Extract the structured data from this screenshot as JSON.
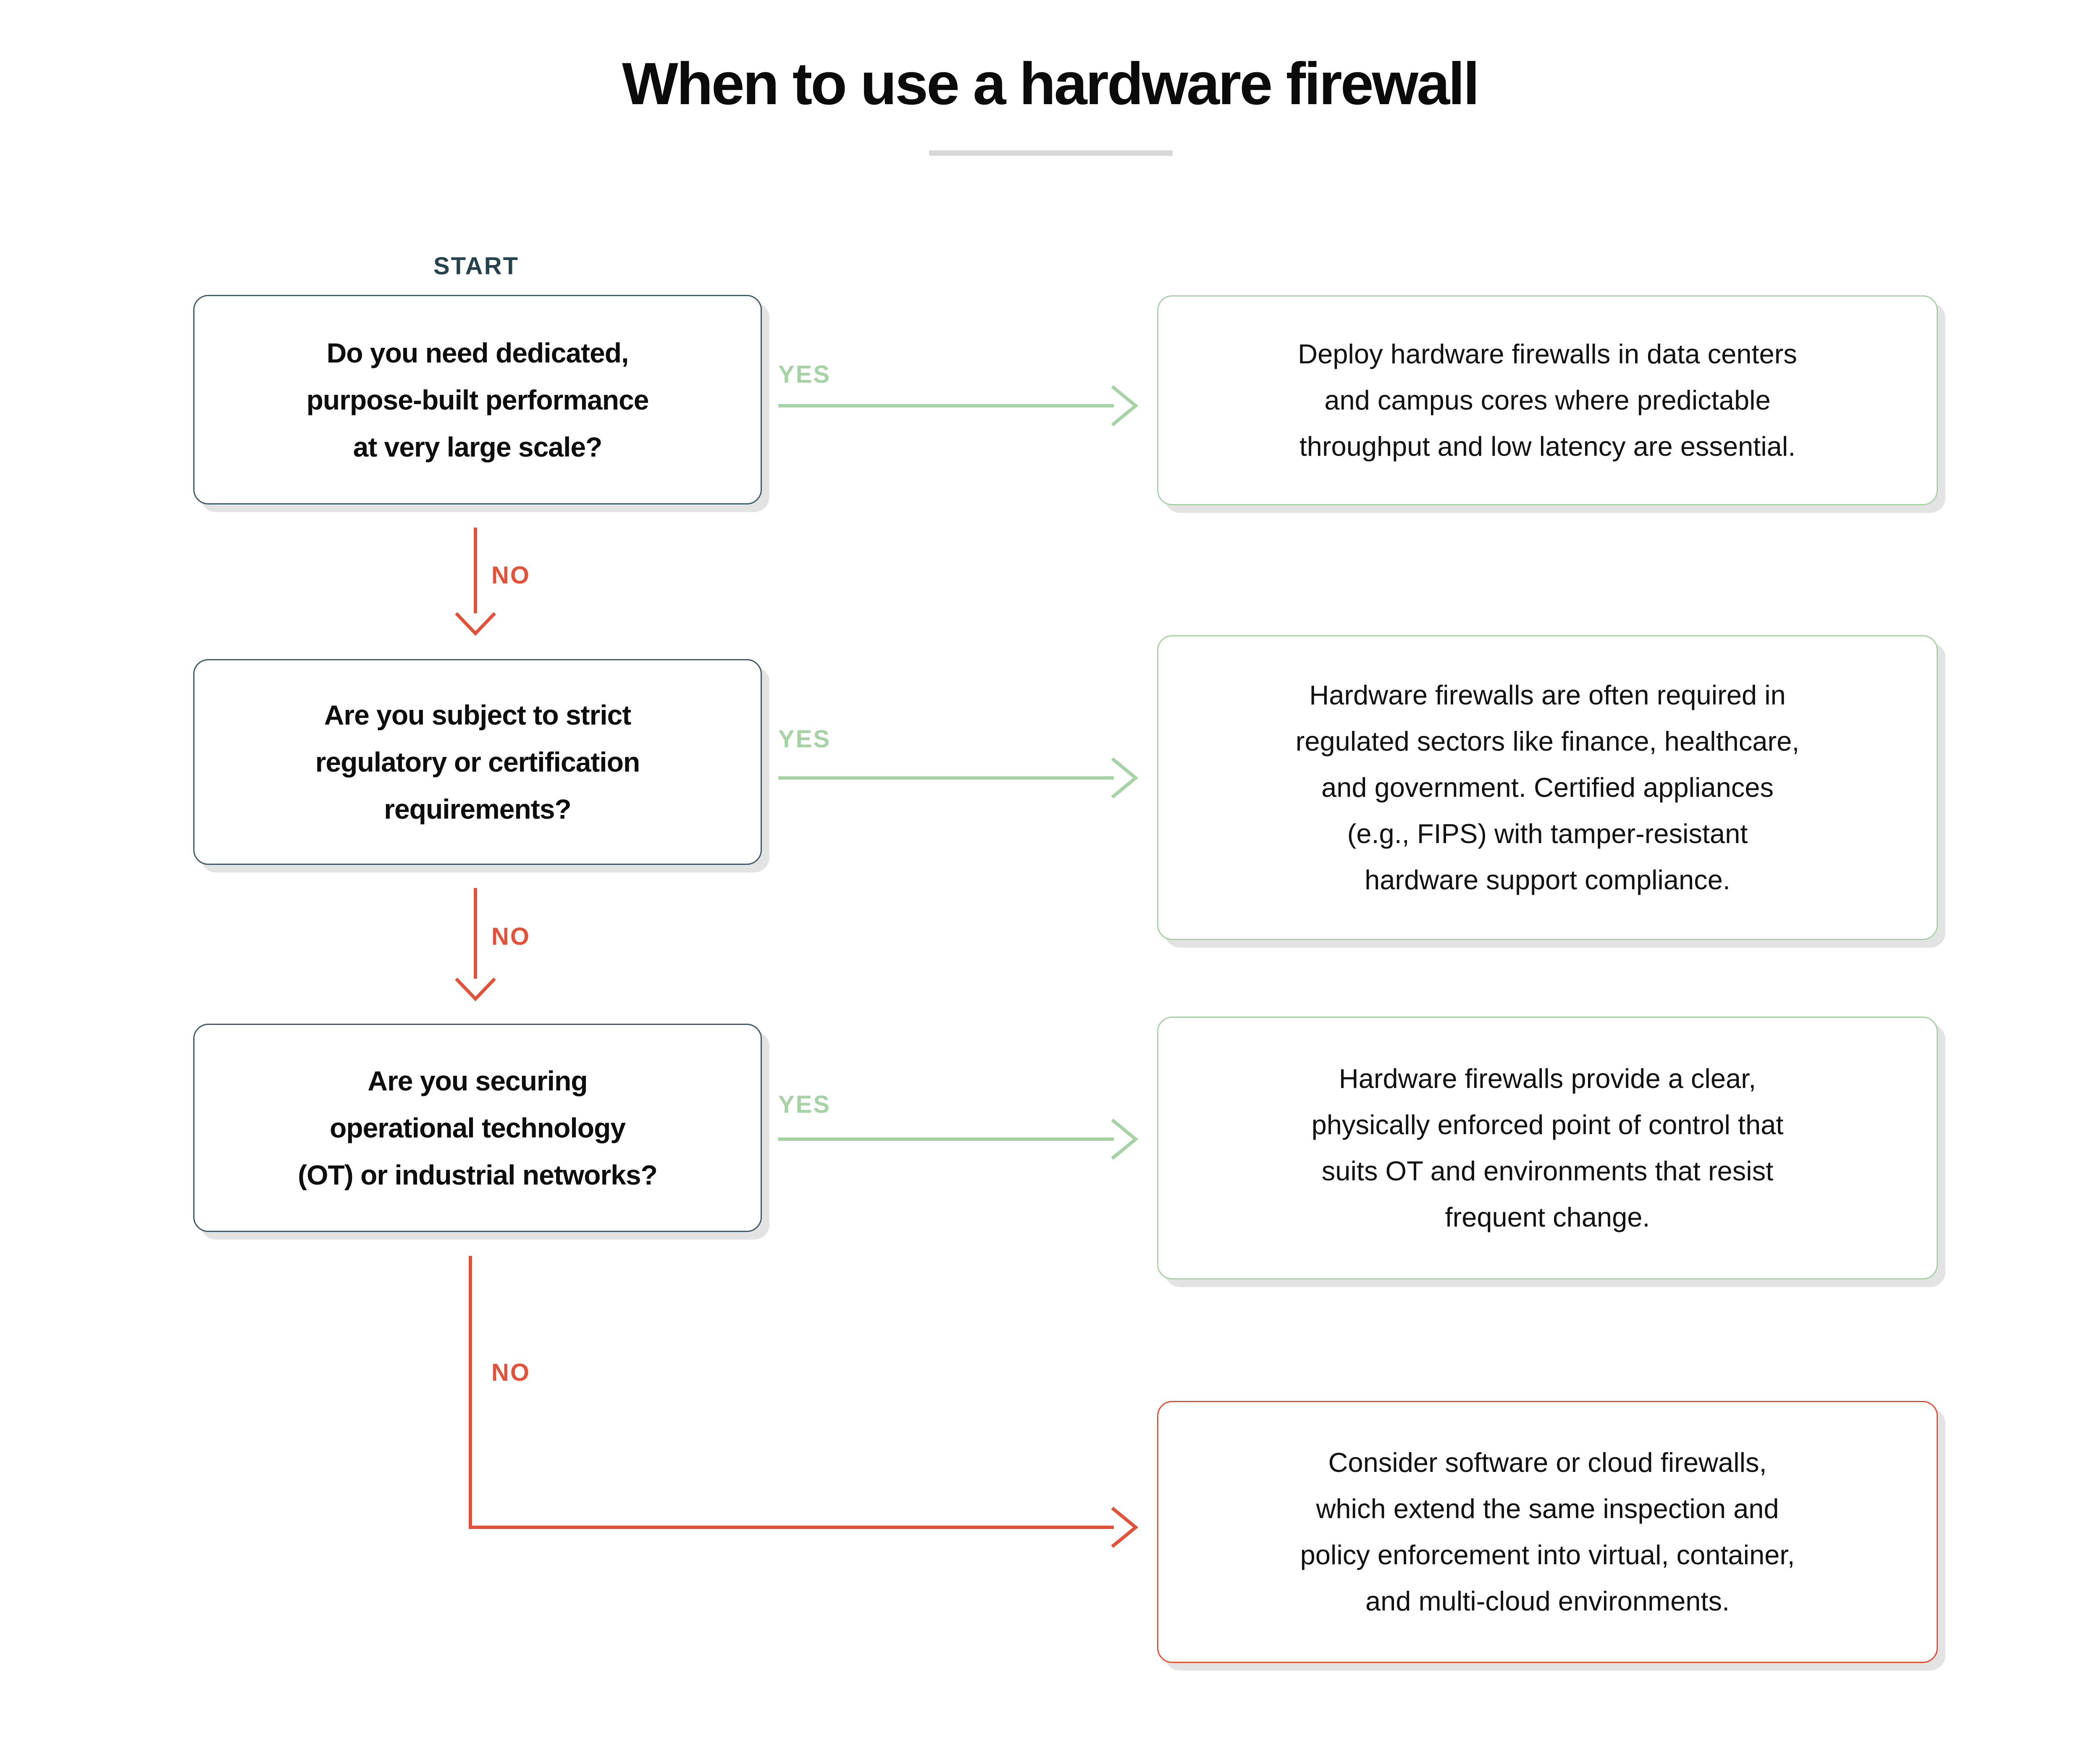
{
  "title": "When to use a hardware firewall",
  "start_label": "START",
  "labels": {
    "yes": "YES",
    "no": "NO"
  },
  "flow": {
    "questions": [
      {
        "id": "q1",
        "lines": [
          "Do you need dedicated,",
          "purpose-built performance",
          "at very large scale?"
        ]
      },
      {
        "id": "q2",
        "lines": [
          "Are you subject to strict",
          "regulatory or certification",
          "requirements?"
        ]
      },
      {
        "id": "q3",
        "lines": [
          "Are you securing",
          "operational technology",
          "(OT) or industrial networks?"
        ]
      }
    ],
    "answers": [
      {
        "id": "a1",
        "tone": "green",
        "lines": [
          "Deploy hardware firewalls in data centers",
          "and campus cores where predictable",
          "throughput and low latency are essential."
        ]
      },
      {
        "id": "a2",
        "tone": "green",
        "lines": [
          "Hardware firewalls are often required in",
          "regulated sectors like finance, healthcare,",
          "and government. Certified appliances",
          "(e.g., FIPS) with tamper-resistant",
          "hardware support compliance."
        ]
      },
      {
        "id": "a3",
        "tone": "green",
        "lines": [
          "Hardware firewalls provide a clear,",
          "physically enforced point of control that",
          "suits OT and environments that resist",
          "frequent change."
        ]
      },
      {
        "id": "a4",
        "tone": "red",
        "lines": [
          "Consider software or cloud firewalls,",
          "which extend the same inspection and",
          "policy enforcement into virtual, container,",
          "and multi-cloud environments."
        ]
      }
    ]
  },
  "colors": {
    "slate": "#3e5a64",
    "start-text": "#26434d",
    "green": "#a6d2a6",
    "red": "#e2523a",
    "red-border": "#dc4f36",
    "shadow": "#e3e3e3",
    "underline": "#d8d8d8",
    "qtext": "#0d0d0d",
    "atext": "#111111",
    "bg": "#ffffff"
  }
}
